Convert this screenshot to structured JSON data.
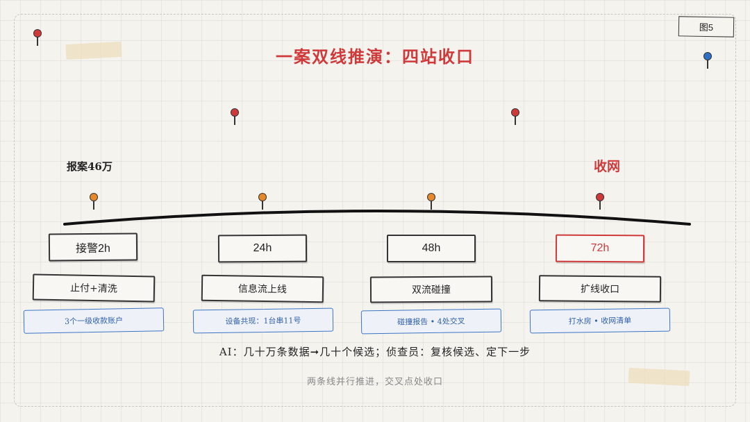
{
  "figure_label": "图5",
  "title": "一案双线推演：四站收口",
  "start_note": "报案46万",
  "end_note": "收网",
  "stations": [
    {
      "time": "接警2h",
      "task": "止付+清洗",
      "note": "3个一级收款账户"
    },
    {
      "time": "24h",
      "task": "信息流上线",
      "note": "设备共现：1台串11号"
    },
    {
      "time": "48h",
      "task": "双流碰撞",
      "note": "碰撞报告 • 4处交叉"
    },
    {
      "time": "72h",
      "task": "扩线收口",
      "note": "打水房 • 收网清单"
    }
  ],
  "ai_line": "AI：几十万条数据➞几十个候选；侦查员：复核候选、定下一步",
  "footer": "两条线并行推进，交叉点处收口",
  "colors": {
    "accent": "#d0393a",
    "note_blue": "#3b73c4",
    "pin_orange": "#e6892a",
    "pin_blue": "#2f6fc4"
  }
}
